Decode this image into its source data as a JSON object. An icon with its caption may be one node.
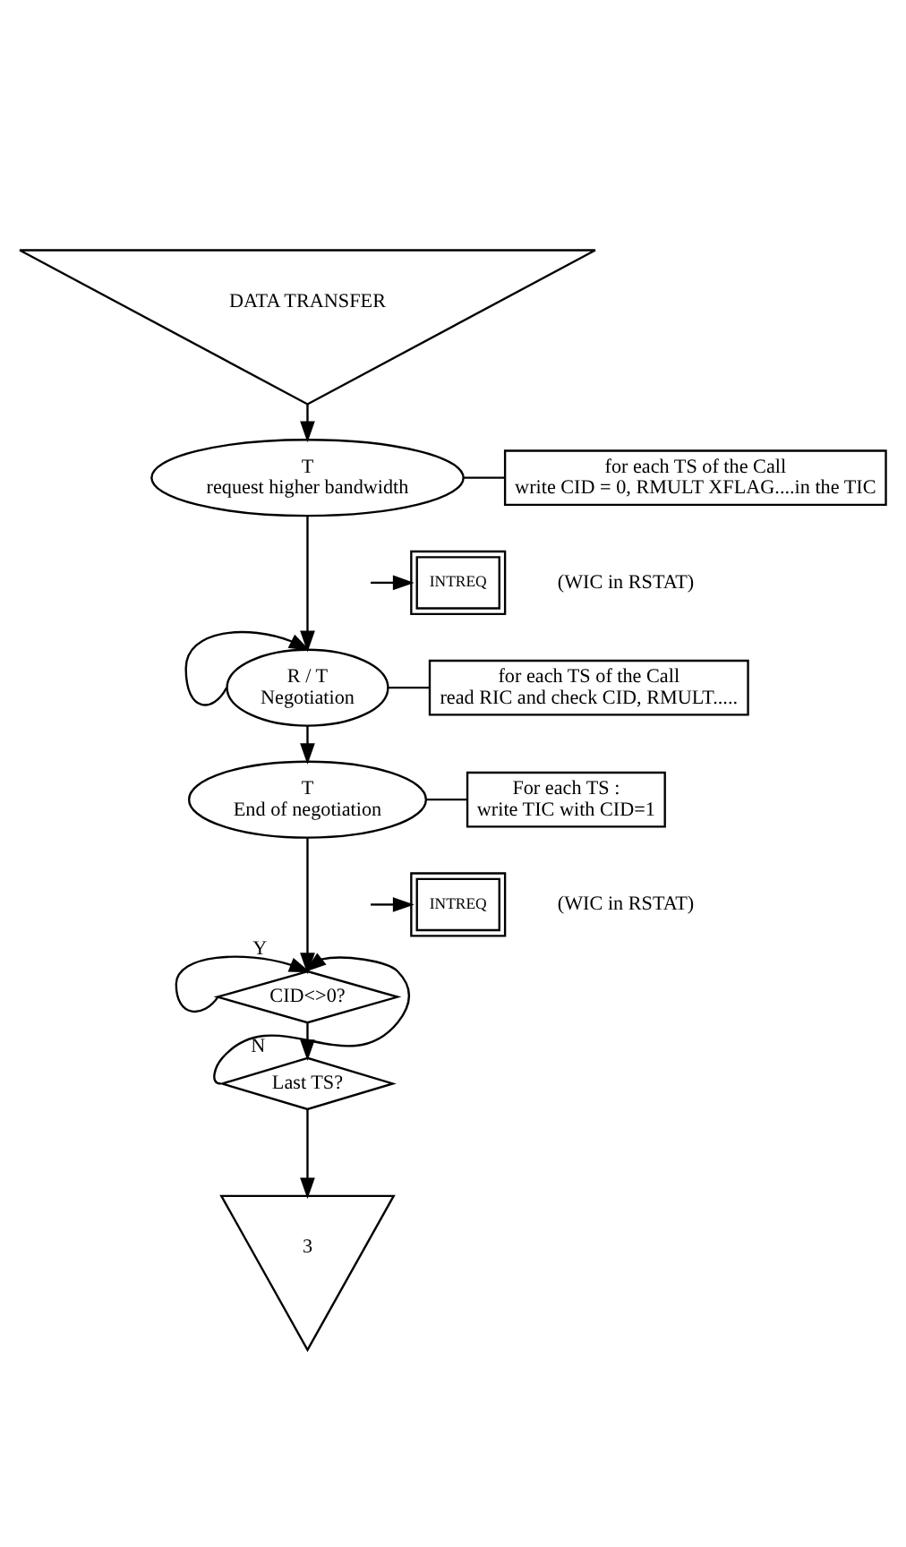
{
  "diagram": {
    "nodes": [
      {
        "text": [
          "DATA TRANSFER"
        ]
      },
      {
        "text": [
          "T",
          "request higher bandwidth"
        ]
      },
      {
        "text": [
          "for each TS of the Call",
          "write CID = 0, RMULT XFLAG....in the TIC"
        ]
      },
      {
        "text": [
          "INTREQ"
        ],
        "beside": [
          "(WIC in RSTAT)"
        ]
      },
      {
        "text": [
          "R / T",
          "Negotiation"
        ]
      },
      {
        "text": [
          "for each TS of the Call",
          "read RIC and check CID, RMULT....."
        ]
      },
      {
        "text": [
          "T",
          "End of negotiation"
        ]
      },
      {
        "text": [
          "For each TS :",
          "write TIC with CID=1"
        ]
      },
      {
        "text": [
          "INTREQ"
        ],
        "beside": [
          "(WIC in RSTAT)"
        ]
      },
      {
        "text": [
          "CID<>0?"
        ]
      },
      {
        "text": [
          "Last TS?"
        ]
      },
      {
        "text": [
          "3"
        ]
      }
    ],
    "edges": [
      {
        "from": 0,
        "to": 1,
        "arrow": "to"
      },
      {
        "from": 1,
        "to": 2,
        "arrow": "none"
      },
      {
        "from": 1,
        "to": 4,
        "arrow": "to"
      },
      {
        "from": null,
        "to": 3,
        "arrow": "to"
      },
      {
        "from": 4,
        "to": 4,
        "arrow": "to"
      },
      {
        "from": 4,
        "to": 5,
        "arrow": "none"
      },
      {
        "from": 4,
        "to": 6,
        "arrow": "to"
      },
      {
        "from": 6,
        "to": 7,
        "arrow": "none"
      },
      {
        "from": 6,
        "to": 9,
        "arrow": "to"
      },
      {
        "from": null,
        "to": 8,
        "arrow": "to"
      },
      {
        "from": 9,
        "to": 9,
        "label": "Y",
        "arrow": "to"
      },
      {
        "from": 9,
        "to": 10,
        "arrow": "to"
      },
      {
        "from": 10,
        "to": 9,
        "label": "N",
        "arrow": "to"
      },
      {
        "from": 10,
        "to": 11,
        "arrow": "to"
      }
    ]
  }
}
